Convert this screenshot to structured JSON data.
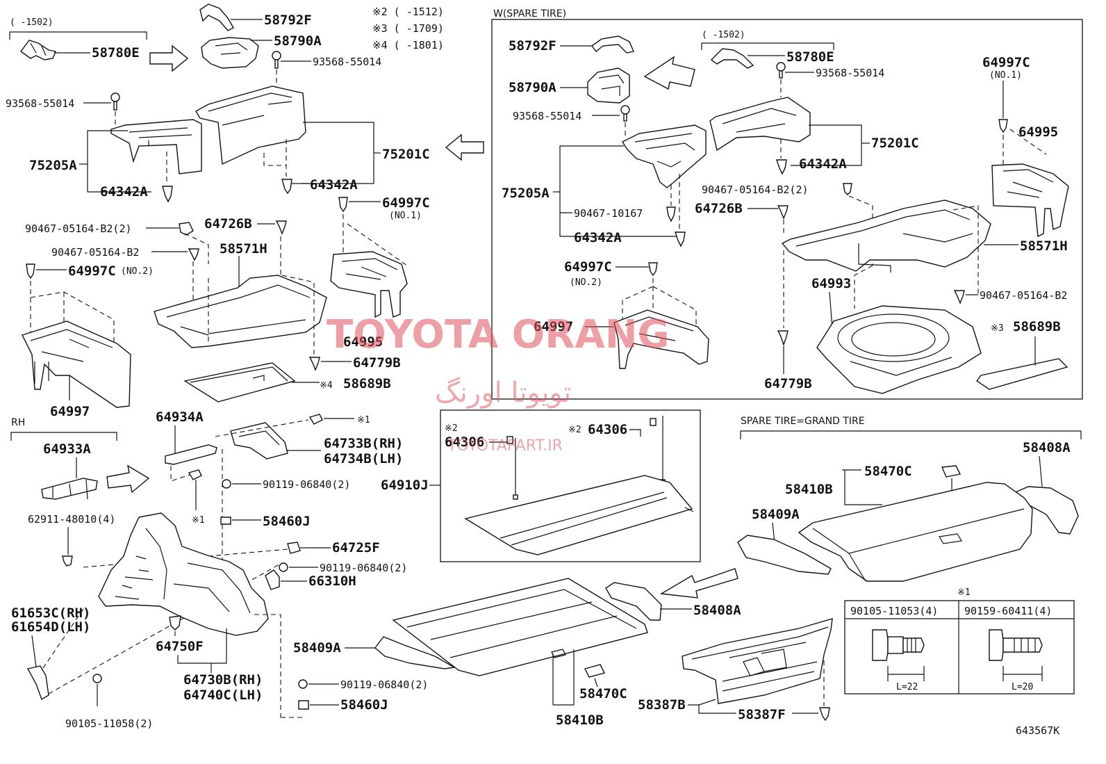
{
  "notes": {
    "n2": "※2 (    -1512)",
    "n3": "※3 (    -1709)",
    "n4": "※4 (    -1801)",
    "top_range": "(    -1502)",
    "rh": "RH",
    "spare_header": "W(SPARE TIRE)",
    "spare_range": "(    -1502)",
    "grand_tire": "SPARE TIRE=GRAND TIRE",
    "fig_id": "643567K"
  },
  "watermark": {
    "main": "TOYOTA ORANG",
    "farsi": "تویوتا اورنگ",
    "url": "TOYOTAPART.IR"
  },
  "labels": {
    "l58792F": "58792F",
    "l58790A": "58790A",
    "l58780E": "58780E",
    "l93568a": "93568-55014",
    "l93568b": "93568-55014",
    "l75205A": "75205A",
    "l64342A_a": "64342A",
    "l64342A_b": "64342A",
    "l75201C": "75201C",
    "l64997C_a": "64997C",
    "l_no1_a": "(NO.1)",
    "l90467_b2_2": "90467-05164-B2(2)",
    "l64726B": "64726B",
    "l90467_b2": "90467-05164-B2",
    "l58571H": "58571H",
    "l64997C_no2": "64997C",
    "l_no2_a": "(NO.2)",
    "l64995": "64995",
    "l64779B": "64779B",
    "l58689B": "58689B",
    "l_x4": "※4",
    "l64997": "64997",
    "l64934A": "64934A",
    "l64933A": "64933A",
    "l_x1_a": "※1",
    "l64733B": "64733B(RH)",
    "l64734B": "64734B(LH)",
    "l90119_a": "90119-06840(2)",
    "l_x1_b": "※1",
    "l58460J_a": "58460J",
    "l64725F": "64725F",
    "l90119_b": "90119-06840(2)",
    "l66310H": "66310H",
    "l62911": "62911-48010(4)",
    "l61653C": "61653C(RH)",
    "l61654D": "61654D(LH)",
    "l64750F": "64750F",
    "l64730B": "64730B(RH)",
    "l64740C": "64740C(LH)",
    "l90105_2": "90105-11058(2)",
    "l90119_c": "90119-06840(2)",
    "l58460J_b": "58460J",
    "s58792F": "58792F",
    "s58780E": "58780E",
    "s93568a": "93568-55014",
    "s58790A": "58790A",
    "s93568b": "93568-55014",
    "s64997C_a": "64997C",
    "s_no1": "(NO.1)",
    "s64995": "64995",
    "s75201C": "75201C",
    "s64342A_a": "64342A",
    "s75205A": "75205A",
    "s90467_2": "90467-05164-B2(2)",
    "s64726B": "64726B",
    "s90467_10167": "90467-10167",
    "s64342A_b": "64342A",
    "s58571H": "58571H",
    "s64997C_no2": "64997C",
    "s_no2": "(NO.2)",
    "s64993": "64993",
    "s90467_b2": "90467-05164-B2",
    "s64997": "64997",
    "s58689B": "58689B",
    "s_x3": "※3",
    "s64779B": "64779B",
    "b_x2a": "※2",
    "b64306a": "64306",
    "b_x2b": "※2",
    "b64306b": "64306",
    "b64910J": "64910J",
    "g58408A_a": "58408A",
    "g58470C_a": "58470C",
    "g58410B_a": "58410B",
    "g58409A_a": "58409A",
    "g58408A_b": "58408A",
    "g58409A_b": "58409A",
    "g58470C_b": "58470C",
    "g58410B_b": "58410B",
    "g58387B": "58387B",
    "g58387F": "58387F",
    "t_x1": "※1",
    "t90105": "90105-11053(4)",
    "t90159": "90159-60411(4)",
    "t_l22": "L=22",
    "t_l20": "L=20"
  }
}
